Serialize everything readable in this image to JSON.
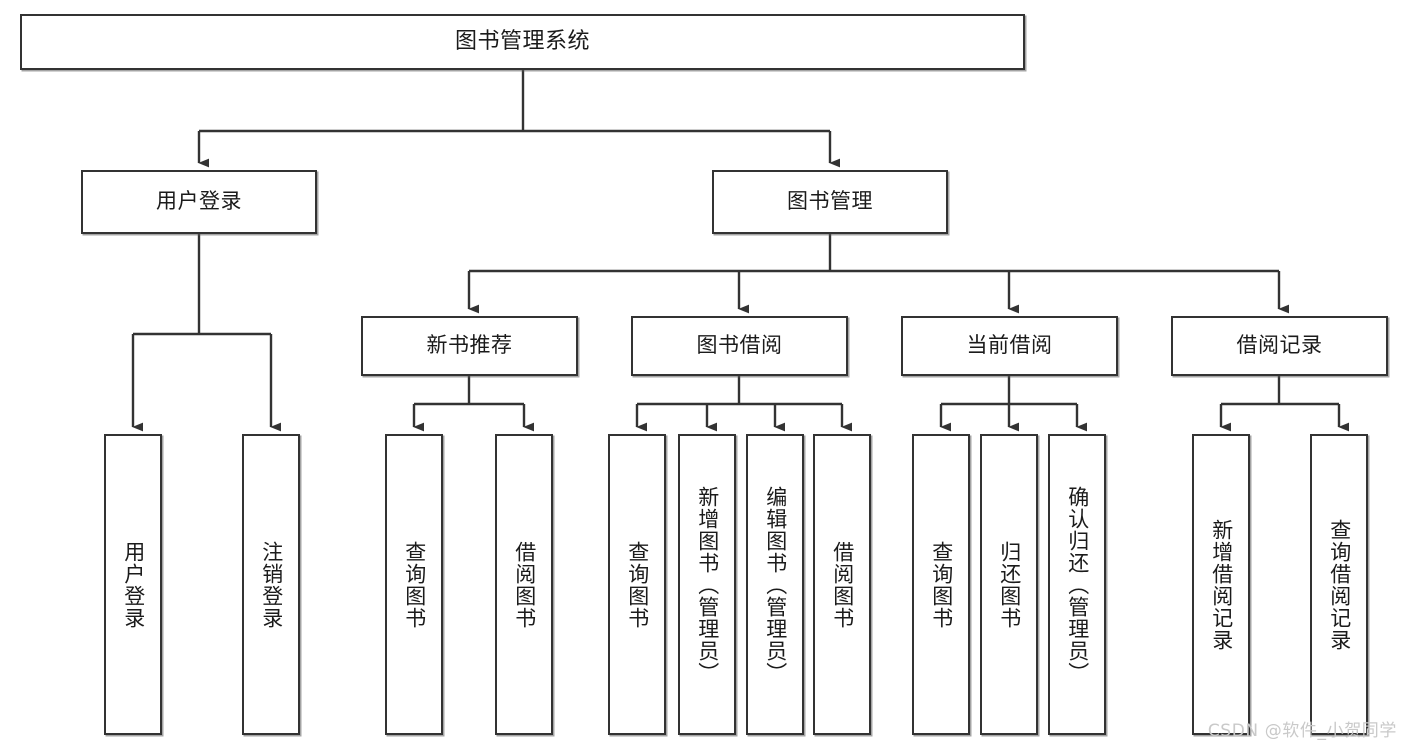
{
  "diagram": {
    "title": "图书管理系统",
    "type": "tree",
    "watermark": "CSDN @软件_小贺同学",
    "stroke_color": "#333333",
    "background_color": "#ffffff",
    "nodes": {
      "root": {
        "label": "图书管理系统"
      },
      "level2": [
        {
          "id": "user-login",
          "label": "用户登录"
        },
        {
          "id": "book-manage",
          "label": "图书管理"
        }
      ],
      "level3": [
        {
          "id": "new-book-recommend",
          "label": "新书推荐"
        },
        {
          "id": "book-borrow",
          "label": "图书借阅"
        },
        {
          "id": "current-borrow",
          "label": "当前借阅"
        },
        {
          "id": "borrow-record",
          "label": "借阅记录"
        }
      ],
      "leaves": [
        {
          "id": "leaf-user-login",
          "label": "用户登录",
          "parent": "user-login"
        },
        {
          "id": "leaf-logout-login",
          "label": "注销登录",
          "parent": "user-login"
        },
        {
          "id": "leaf-query-book-1",
          "label": "查询图书",
          "parent": "new-book-recommend"
        },
        {
          "id": "leaf-borrow-book-1",
          "label": "借阅图书",
          "parent": "new-book-recommend"
        },
        {
          "id": "leaf-query-book-2",
          "label": "查询图书",
          "parent": "book-borrow"
        },
        {
          "id": "leaf-add-book",
          "label": "新增图书（管理员）",
          "parent": "book-borrow"
        },
        {
          "id": "leaf-edit-book",
          "label": "编辑图书（管理员）",
          "parent": "book-borrow"
        },
        {
          "id": "leaf-borrow-book-2",
          "label": "借阅图书",
          "parent": "book-borrow"
        },
        {
          "id": "leaf-query-book-3",
          "label": "查询图书",
          "parent": "current-borrow"
        },
        {
          "id": "leaf-return-book",
          "label": "归还图书",
          "parent": "current-borrow"
        },
        {
          "id": "leaf-confirm-return",
          "label": "确认归还（管理员）",
          "parent": "current-borrow"
        },
        {
          "id": "leaf-add-record",
          "label": "新增借阅记录",
          "parent": "borrow-record"
        },
        {
          "id": "leaf-query-record",
          "label": "查询借阅记录",
          "parent": "borrow-record"
        }
      ]
    }
  }
}
